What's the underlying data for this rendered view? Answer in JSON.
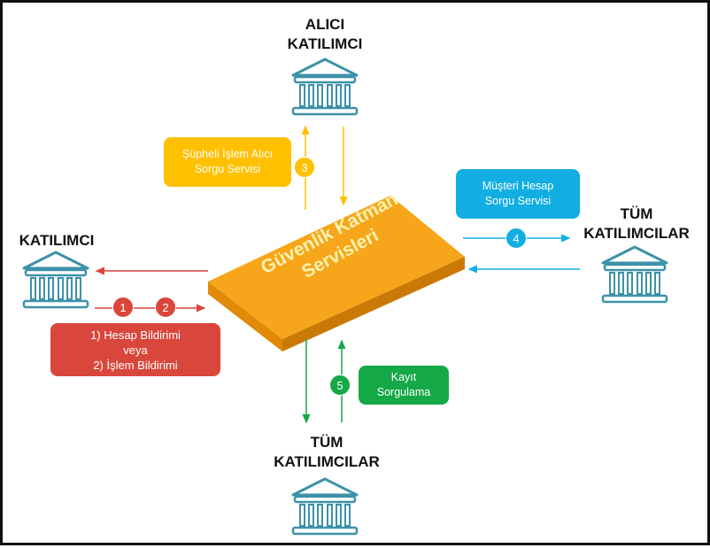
{
  "nodes": {
    "top": "ALICI\nKATILIMCI",
    "left": "KATILIMCI",
    "right": "TÜM\nKATILIMCILAR",
    "bottom": "TÜM\nKATILIMCILAR"
  },
  "core": {
    "line1": "Güvenlik Katman",
    "line2": "Servisleri"
  },
  "boxes": {
    "supheli": {
      "line1": "Şüpheli İşlem Alıcı",
      "line2": "Sorgu Servisi"
    },
    "musteri": {
      "line1": "Müşteri Hesap",
      "line2": "Sorgu Servisi"
    },
    "hesap": {
      "line1": "1)    Hesap Bildirimi",
      "line2": "veya",
      "line3": "2) İşlem Bildirimi"
    },
    "kayit": {
      "line1": "Kayıt",
      "line2": "Sorgulama"
    }
  },
  "steps": [
    "1",
    "2",
    "3",
    "4",
    "5"
  ],
  "colors": {
    "orange_core": "#f29b0c",
    "yellow": "#ffc000",
    "blue": "#12aee3",
    "red": "#d9473c",
    "green": "#14a847",
    "bank": "#3d91a9"
  }
}
